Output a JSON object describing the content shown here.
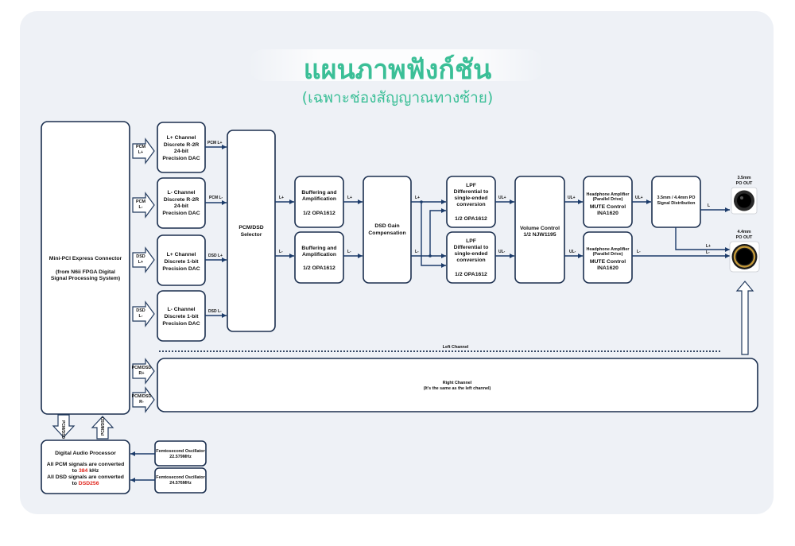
{
  "title": "แผนภาพฟังก์ชัน",
  "subtitle": "(เฉพาะช่องสัญญาณทางซ้าย)",
  "mini_pci": {
    "l1": "Mini-PCI Express Connector",
    "l2": "(from N6ii FPGA Digital",
    "l3": "Signal Processing System)"
  },
  "inputs": [
    {
      "l1": "PCM",
      "l2": "L+"
    },
    {
      "l1": "PCM",
      "l2": "L-"
    },
    {
      "l1": "DSD",
      "l2": "L+"
    },
    {
      "l1": "DSD",
      "l2": "L-"
    },
    {
      "l1": "PCM/DSD",
      "l2": "R+"
    },
    {
      "l1": "PCM/DSD",
      "l2": "R-"
    }
  ],
  "dacs": [
    {
      "l1": "L+ Channel",
      "l2": "Discrete R-2R",
      "l3": "24-bit",
      "l4": "Precision DAC",
      "out": "PCM L+"
    },
    {
      "l1": "L- Channel",
      "l2": "Discrete R-2R",
      "l3": "24-bit",
      "l4": "Precision DAC",
      "out": "PCM L-"
    },
    {
      "l1": "L+ Channel",
      "l2": "Discrete 1-bit",
      "l3": "Precision DAC",
      "out": "DSD L+"
    },
    {
      "l1": "L- Channel",
      "l2": "Discrete 1-bit",
      "l3": "Precision DAC",
      "out": "DSD L-"
    }
  ],
  "selector": {
    "l1": "PCM/DSD",
    "l2": "Selector"
  },
  "buffers": [
    {
      "l1": "Buffering and",
      "l2": "Amplification",
      "l3": "1/2 OPA1612"
    },
    {
      "l1": "Buffering and",
      "l2": "Amplification",
      "l3": "1/2 OPA1612"
    }
  ],
  "dsd_gain": {
    "l1": "DSD Gain",
    "l2": "Compensation"
  },
  "lpfs": [
    {
      "l1": "LPF",
      "l2": "Differential to",
      "l3": "single-ended",
      "l4": "conversion",
      "l5": "1/2 OPA1612"
    },
    {
      "l1": "LPF",
      "l2": "Differential to",
      "l3": "single-ended",
      "l4": "conversion",
      "l5": "1/2 OPA1612"
    }
  ],
  "volume": {
    "l1": "Volume Control",
    "l2": "1/2 NJW1195"
  },
  "hp_amps": [
    {
      "l1": "Headphone Amplifier",
      "l2": "(Parallel Drive)",
      "l3": "MUTE Control",
      "l4": "INA1620"
    },
    {
      "l1": "Headphone Amplifier",
      "l2": "(Parallel Drive)",
      "l3": "MUTE Control",
      "l4": "INA1620"
    }
  ],
  "signal_dist": {
    "l1": "3.5mm / 4.4mm PO",
    "l2": "Signal Distribution"
  },
  "outputs": [
    {
      "l1": "3.5mm",
      "l2": "PO OUT"
    },
    {
      "l1": "4.4mm",
      "l2": "PO OUT"
    }
  ],
  "line_labels": {
    "l_plus": "L+",
    "l_minus": "L-",
    "ul_plus": "UL+",
    "ul_minus": "UL-",
    "out_l": "L",
    "out_lp": "L+",
    "out_lm": "L-"
  },
  "left_channel": "Left Channel",
  "right_channel": {
    "l1": "Right Channel",
    "l2": "(It's the same as the left channel)"
  },
  "bus_labels": {
    "down": "PCM/DSD",
    "up": "PCM/DSD"
  },
  "dap": {
    "title": "Digital Audio Processor",
    "l1": "All PCM signals are converted",
    "l2_pre": "to ",
    "l2_val": "384",
    "l2_post": " kHz",
    "l3": "All DSD signals are converted",
    "l4_pre": "to ",
    "l4_val": "DSD256"
  },
  "oscillators": [
    {
      "l1": "Femtosecond Oscillator",
      "l2": "22.579MHz"
    },
    {
      "l1": "Femtosecond Oscillator",
      "l2": "24.576MHz"
    }
  ],
  "colors": {
    "title": "#3bbf97",
    "line": "#1b3b6a",
    "box_stroke": "#1b2f4f",
    "highlight": "#e0241b",
    "card": "#eef1f6"
  }
}
